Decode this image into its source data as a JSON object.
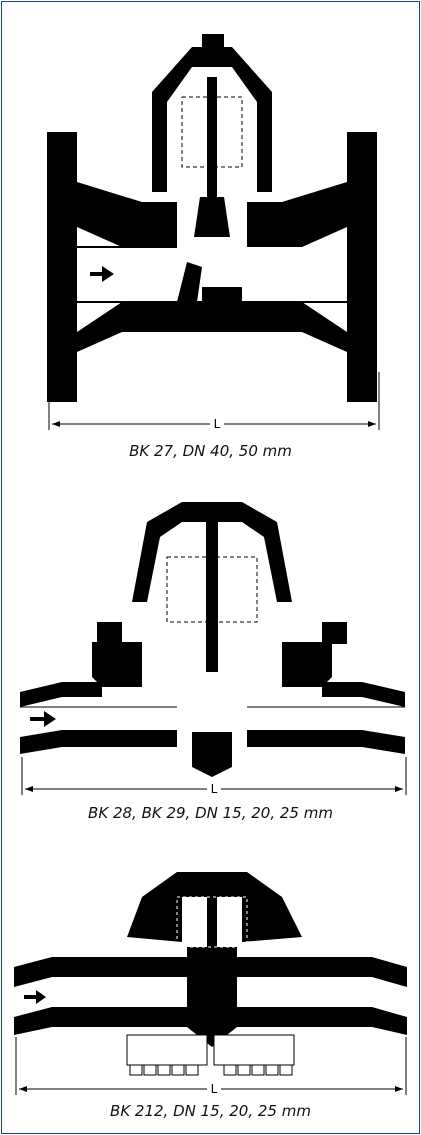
{
  "diagrams": [
    {
      "caption": "BK 27, DN 40, 50 mm",
      "dimension_label": "L"
    },
    {
      "caption": "BK 28, BK 29, DN 15, 20, 25 mm",
      "dimension_label": "L"
    },
    {
      "caption": "BK 212, DN 15, 20, 25 mm",
      "dimension_label": "L"
    }
  ],
  "colors": {
    "frame": "#1e3f8f",
    "ink": "#000000"
  }
}
